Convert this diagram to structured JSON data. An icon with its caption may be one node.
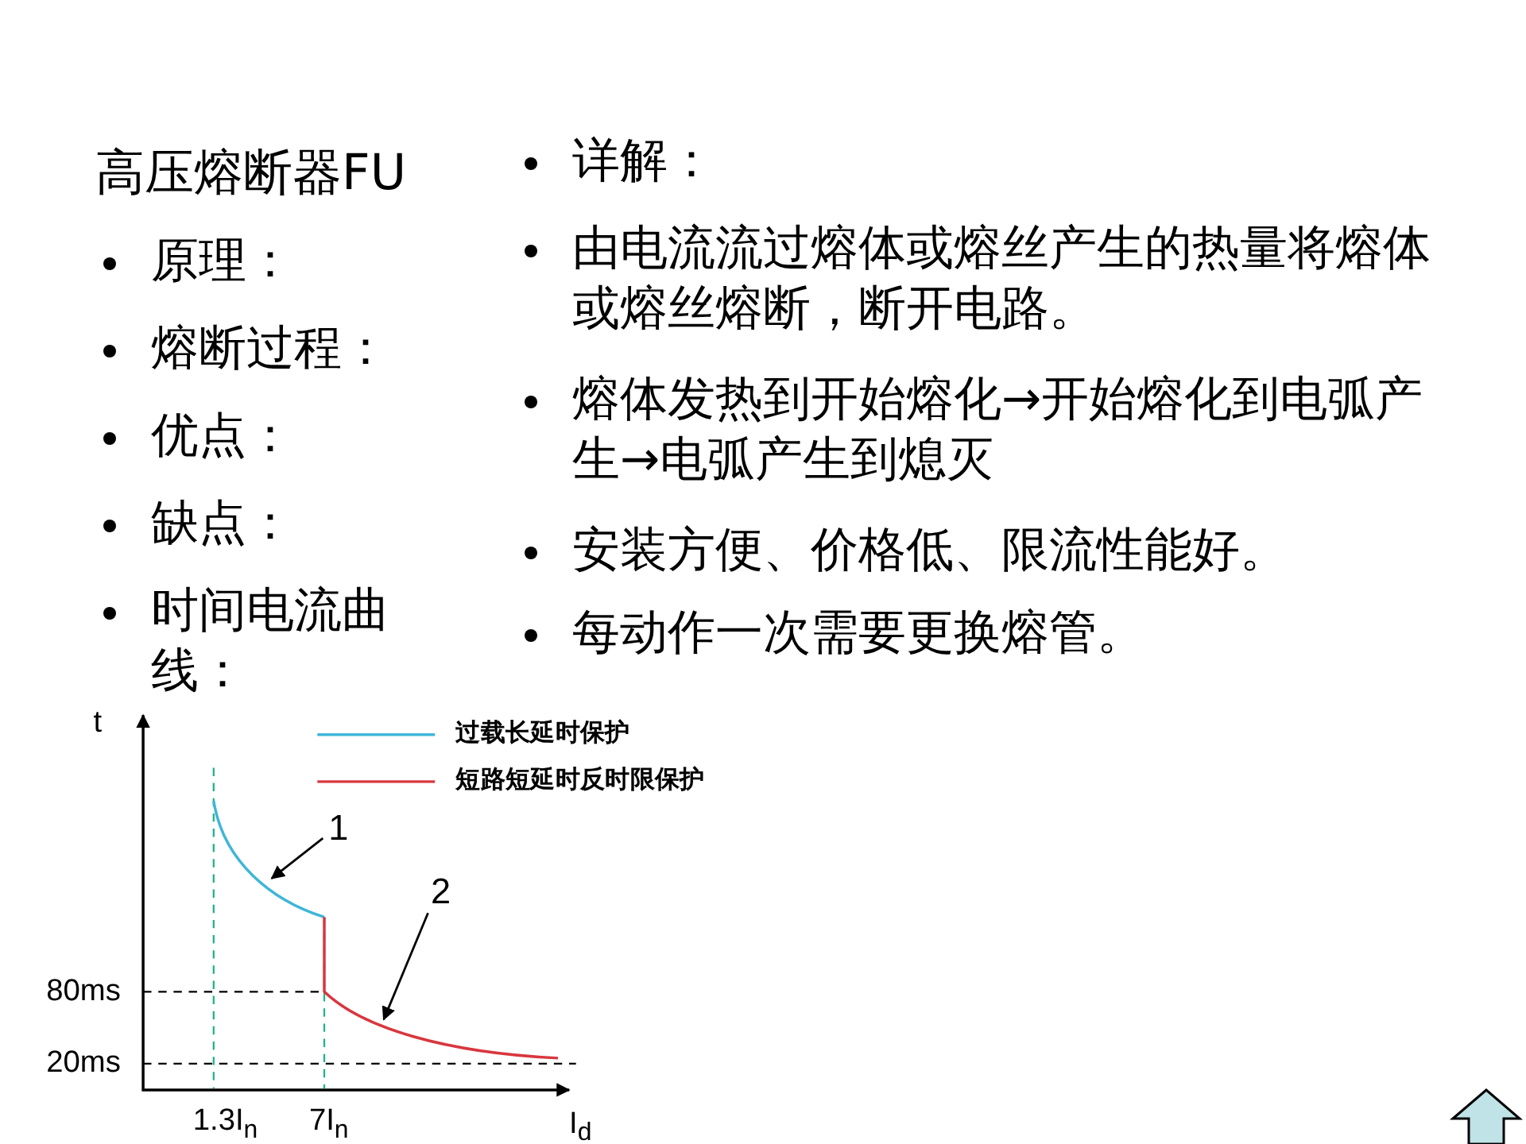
{
  "diagram": {
    "title": "高压熔断器FU",
    "nodes": [
      {
        "text": [
          "1"
        ]
      },
      {
        "text": [],
        "shape": "curve"
      },
      {
        "text": [
          "2"
        ]
      },
      {
        "text": [],
        "shape": "curve"
      }
    ],
    "edges": [
      {
        "from": 0,
        "to": 1,
        "arrow": "to"
      },
      {
        "from": 2,
        "to": 3,
        "arrow": "to"
      }
    ],
    "labels": [
      "原理：",
      "熔断过程：",
      "优点：",
      "缺点：",
      "时间电流曲线：",
      "详解：",
      "由电流流过熔体或熔丝产生的热量将熔体或熔丝熔断，断开电路。",
      "熔体发热到开始熔化→开始熔化到电弧产生→电弧产生到熄灭",
      "安装方便、价格低、限流性能好。",
      "每动作一次需要更换熔管。",
      "t",
      "80ms",
      "20ms",
      "1.3I$_{n}$",
      "7I$_{n}$",
      "I$_{d}$"
    ],
    "legend": [
      {
        "text": "过载长延时保护"
      },
      {
        "text": "短路短延时反时限保护"
      }
    ]
  }
}
